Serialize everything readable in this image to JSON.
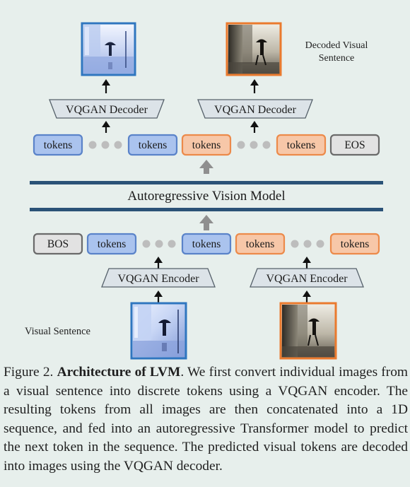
{
  "decoders": [
    {
      "label": "VQGAN Decoder"
    },
    {
      "label": "VQGAN Decoder"
    }
  ],
  "decoded_label": [
    "Decoded Visual",
    "Sentence"
  ],
  "output_tokens": [
    {
      "label": "tokens",
      "kind": "blue"
    },
    {
      "label": "tokens",
      "kind": "blue"
    },
    {
      "label": "tokens",
      "kind": "orange"
    },
    {
      "label": "tokens",
      "kind": "orange"
    },
    {
      "label": "EOS",
      "kind": "gray"
    }
  ],
  "model": {
    "label": "Autoregressive Vision Model"
  },
  "input_tokens": [
    {
      "label": "BOS",
      "kind": "gray"
    },
    {
      "label": "tokens",
      "kind": "blue"
    },
    {
      "label": "tokens",
      "kind": "blue"
    },
    {
      "label": "tokens",
      "kind": "orange"
    },
    {
      "label": "tokens",
      "kind": "orange"
    }
  ],
  "encoders": [
    {
      "label": "VQGAN Encoder"
    },
    {
      "label": "VQGAN Encoder"
    }
  ],
  "visual_sentence_label": "Visual Sentence",
  "colors": {
    "blue_fill": "#aac3ee",
    "blue_stroke": "#5a83c9",
    "orange_fill": "#f7c7a8",
    "orange_stroke": "#ec8a4a",
    "gray_fill": "#e2e2e2",
    "gray_stroke": "#6a6a6a",
    "trapezoid_fill": "#dce3e8",
    "trapezoid_stroke": "#55606a",
    "model_bar": "#2b5277",
    "arrow": "#111111",
    "dots": "#bdbdbd",
    "up_arrow": "#8f8f8f",
    "image_border_blue": "#2f76bf",
    "image_border_orange": "#ea7a2e"
  },
  "caption": {
    "prefix": "Figure 2. ",
    "title": "Architecture of LVM",
    "body": ". We first convert individual images from a visual sentence into discrete tokens using a VQGAN encoder. The resulting tokens from all images are then concatenated into a 1D sequence, and fed into an autoregressive Transformer model to predict the next token in the sequence. The predicted visual tokens are decoded into images using the VQGAN decoder."
  }
}
